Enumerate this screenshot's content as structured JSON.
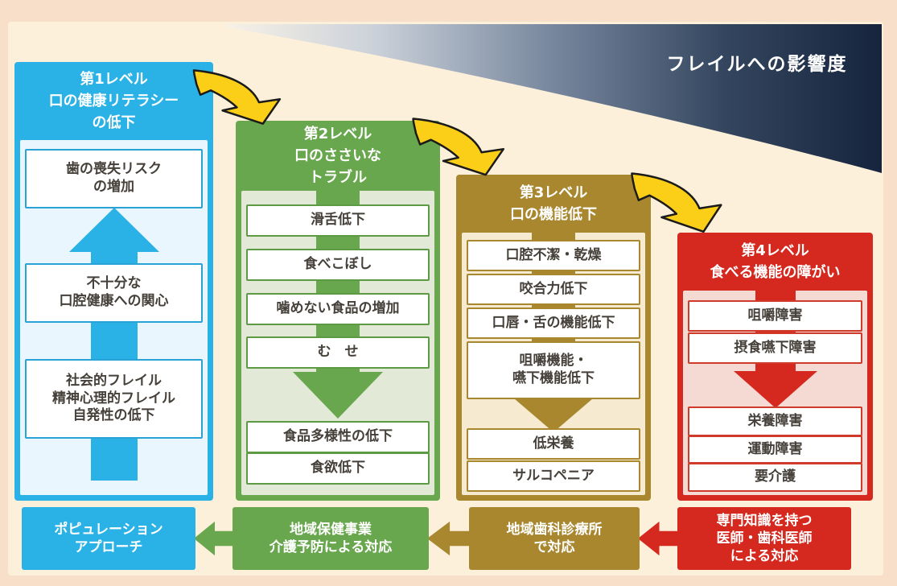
{
  "title_banner": {
    "label": "フレイルへの影響度"
  },
  "palette": {
    "level1_blue": "#2ab2e6",
    "level2_green": "#69a74e",
    "level3_gold": "#a8872f",
    "level4_red": "#d5281e",
    "cascade_arrow_yellow": "#fbce17",
    "banner_navy": "#16243d",
    "background_cream": "#fcf0da",
    "frame_pink": "#f7dfc9"
  },
  "columns": [
    {
      "header": "第1レベル\n口の健康リテラシー\nの低下",
      "arrow_direction": "up",
      "items": [
        "歯の喪失リスク\nの増加",
        "不十分な\n口腔健康への関心",
        "社会的フレイル\n精神心理的フレイル\n自発性の低下"
      ]
    },
    {
      "header": "第2レベル\n口のささいな\nトラブル",
      "arrow_direction": "down",
      "items": [
        "滑舌低下",
        "食べこぼし",
        "噛めない食品の増加",
        "む　せ",
        "食品多様性の低下",
        "食欲低下"
      ]
    },
    {
      "header": "第3レベル\n口の機能低下",
      "arrow_direction": "down",
      "items": [
        "口腔不潔・乾燥",
        "咬合力低下",
        "口唇・舌の機能低下",
        "咀嚼機能・\n嚥下機能低下",
        "低栄養",
        "サルコペニア"
      ]
    },
    {
      "header": "第4レベル\n食べる機能の障がい",
      "arrow_direction": "down",
      "items": [
        "咀嚼障害",
        "摂食嚥下障害",
        "栄養障害",
        "運動障害",
        "要介護"
      ]
    }
  ],
  "response_row": [
    {
      "label": "ポピュレーション\nアプローチ"
    },
    {
      "label": "地域保健事業\n介護予防による対応"
    },
    {
      "label": "地域歯科診療所\nで対応"
    },
    {
      "label": "専門知識を持つ\n医師・歯科医師\nによる対応"
    }
  ]
}
